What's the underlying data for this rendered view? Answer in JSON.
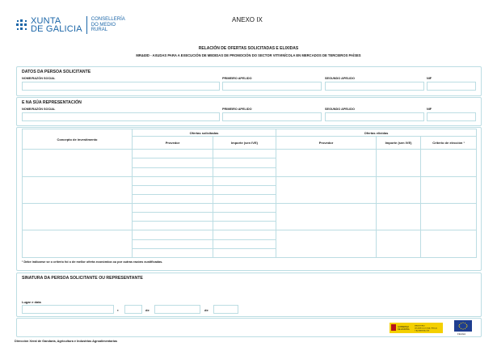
{
  "header": {
    "xunta_line1": "XUNTA",
    "xunta_line2": "DE GALICIA",
    "consel_line1": "CONSELLERÍA",
    "consel_line2": "DO MEDIO",
    "consel_line3": "RURAL",
    "brand_color": "#1b66a8"
  },
  "anexo": "ANEXO IX",
  "title": "RELACIÓN DE OFERTAS SOLICITADAS E ELIXIDAS",
  "subtitle": "MR440D - AXUDAS PARA A EXECUCIÓN DE MEDIDAS DE PROMOCIÓN DO SECTOR VITIVINÍCOLA EN MERCADOS DE TERCEIROS PAÍSES",
  "solicitante": {
    "title": "DATOS DA PERSOA SOLICITANTE",
    "nome": "NOME/RAZÓN SOCIAL",
    "primeiro": "PRIMEIRO APELIDO",
    "segundo": "SEGUNDO APELIDO",
    "nif": "NIF"
  },
  "representacion": {
    "title": "E NA SÚA REPRESENTACIÓN",
    "nome": "NOME/RAZÓN SOCIAL",
    "primeiro": "PRIMEIRO APELIDO",
    "segundo": "SEGUNDO APELIDO",
    "nif": "NIF"
  },
  "table": {
    "concepto": "Concepto de investimento",
    "ofertas_solicitadas": "Ofertas solicitadas",
    "ofertas_elixidas": "Ofertas elixidas",
    "provedor": "Provedor",
    "importe": "Importe (sen IVE)",
    "criterio": "Criterio de elección ¹"
  },
  "note": "¹ Debe indicarse se o criterio foi o de mellor oferta económica ou por outras razóns xustificadas.",
  "sinatura": {
    "title": "SINATURA DA PERSOA SOLICITANTE OU REPRESENTANTE",
    "lugar": "Lugar e data",
    "comma": ",",
    "de1": "de",
    "de2": "de"
  },
  "logos": {
    "gob_line1": "GOBIERNO",
    "gob_line2": "DE ESPAÑA",
    "min_line1": "MINISTERIO",
    "min_line2": "DE AGRICULTURA, PESCA",
    "min_line3": "Y ALIMENTACIÓN",
    "eu_label": "FEAGA"
  },
  "footer": "Dirección Xeral de Gandaría, Agricultura e Industrias Agroalimentarias"
}
